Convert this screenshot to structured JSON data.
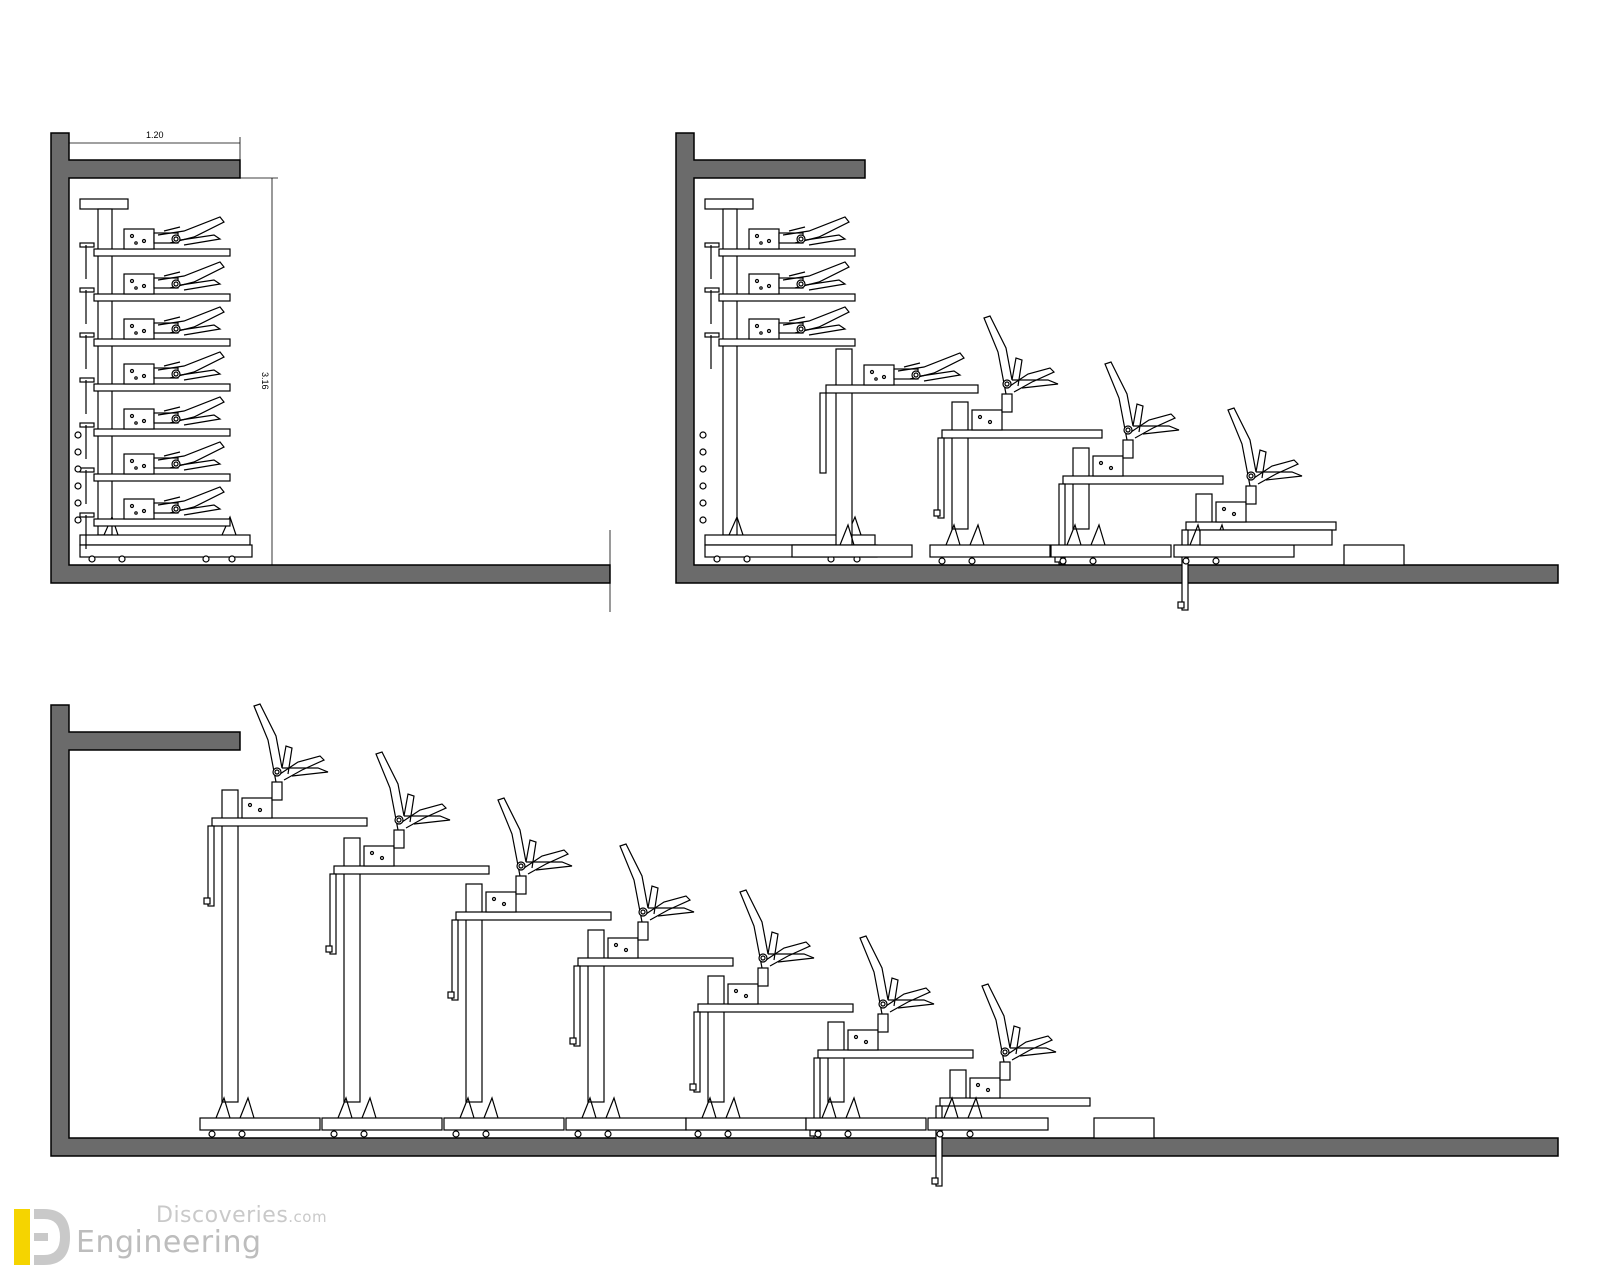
{
  "diagram": {
    "views": [
      {
        "id": "retracted",
        "stacked_rows": 7
      },
      {
        "id": "partially-extended",
        "stacked_rows": 3,
        "open_rows": 4
      },
      {
        "id": "fully-extended",
        "open_rows": 7
      }
    ],
    "dimensions": {
      "width_label": "1.20",
      "height_label": "3.16"
    }
  },
  "logo": {
    "line1": "Discoveries",
    "line1_suffix": ".com",
    "line2": "Engineering",
    "colors": {
      "yellow": "#f5d400",
      "gray": "#bdbdbd"
    }
  }
}
